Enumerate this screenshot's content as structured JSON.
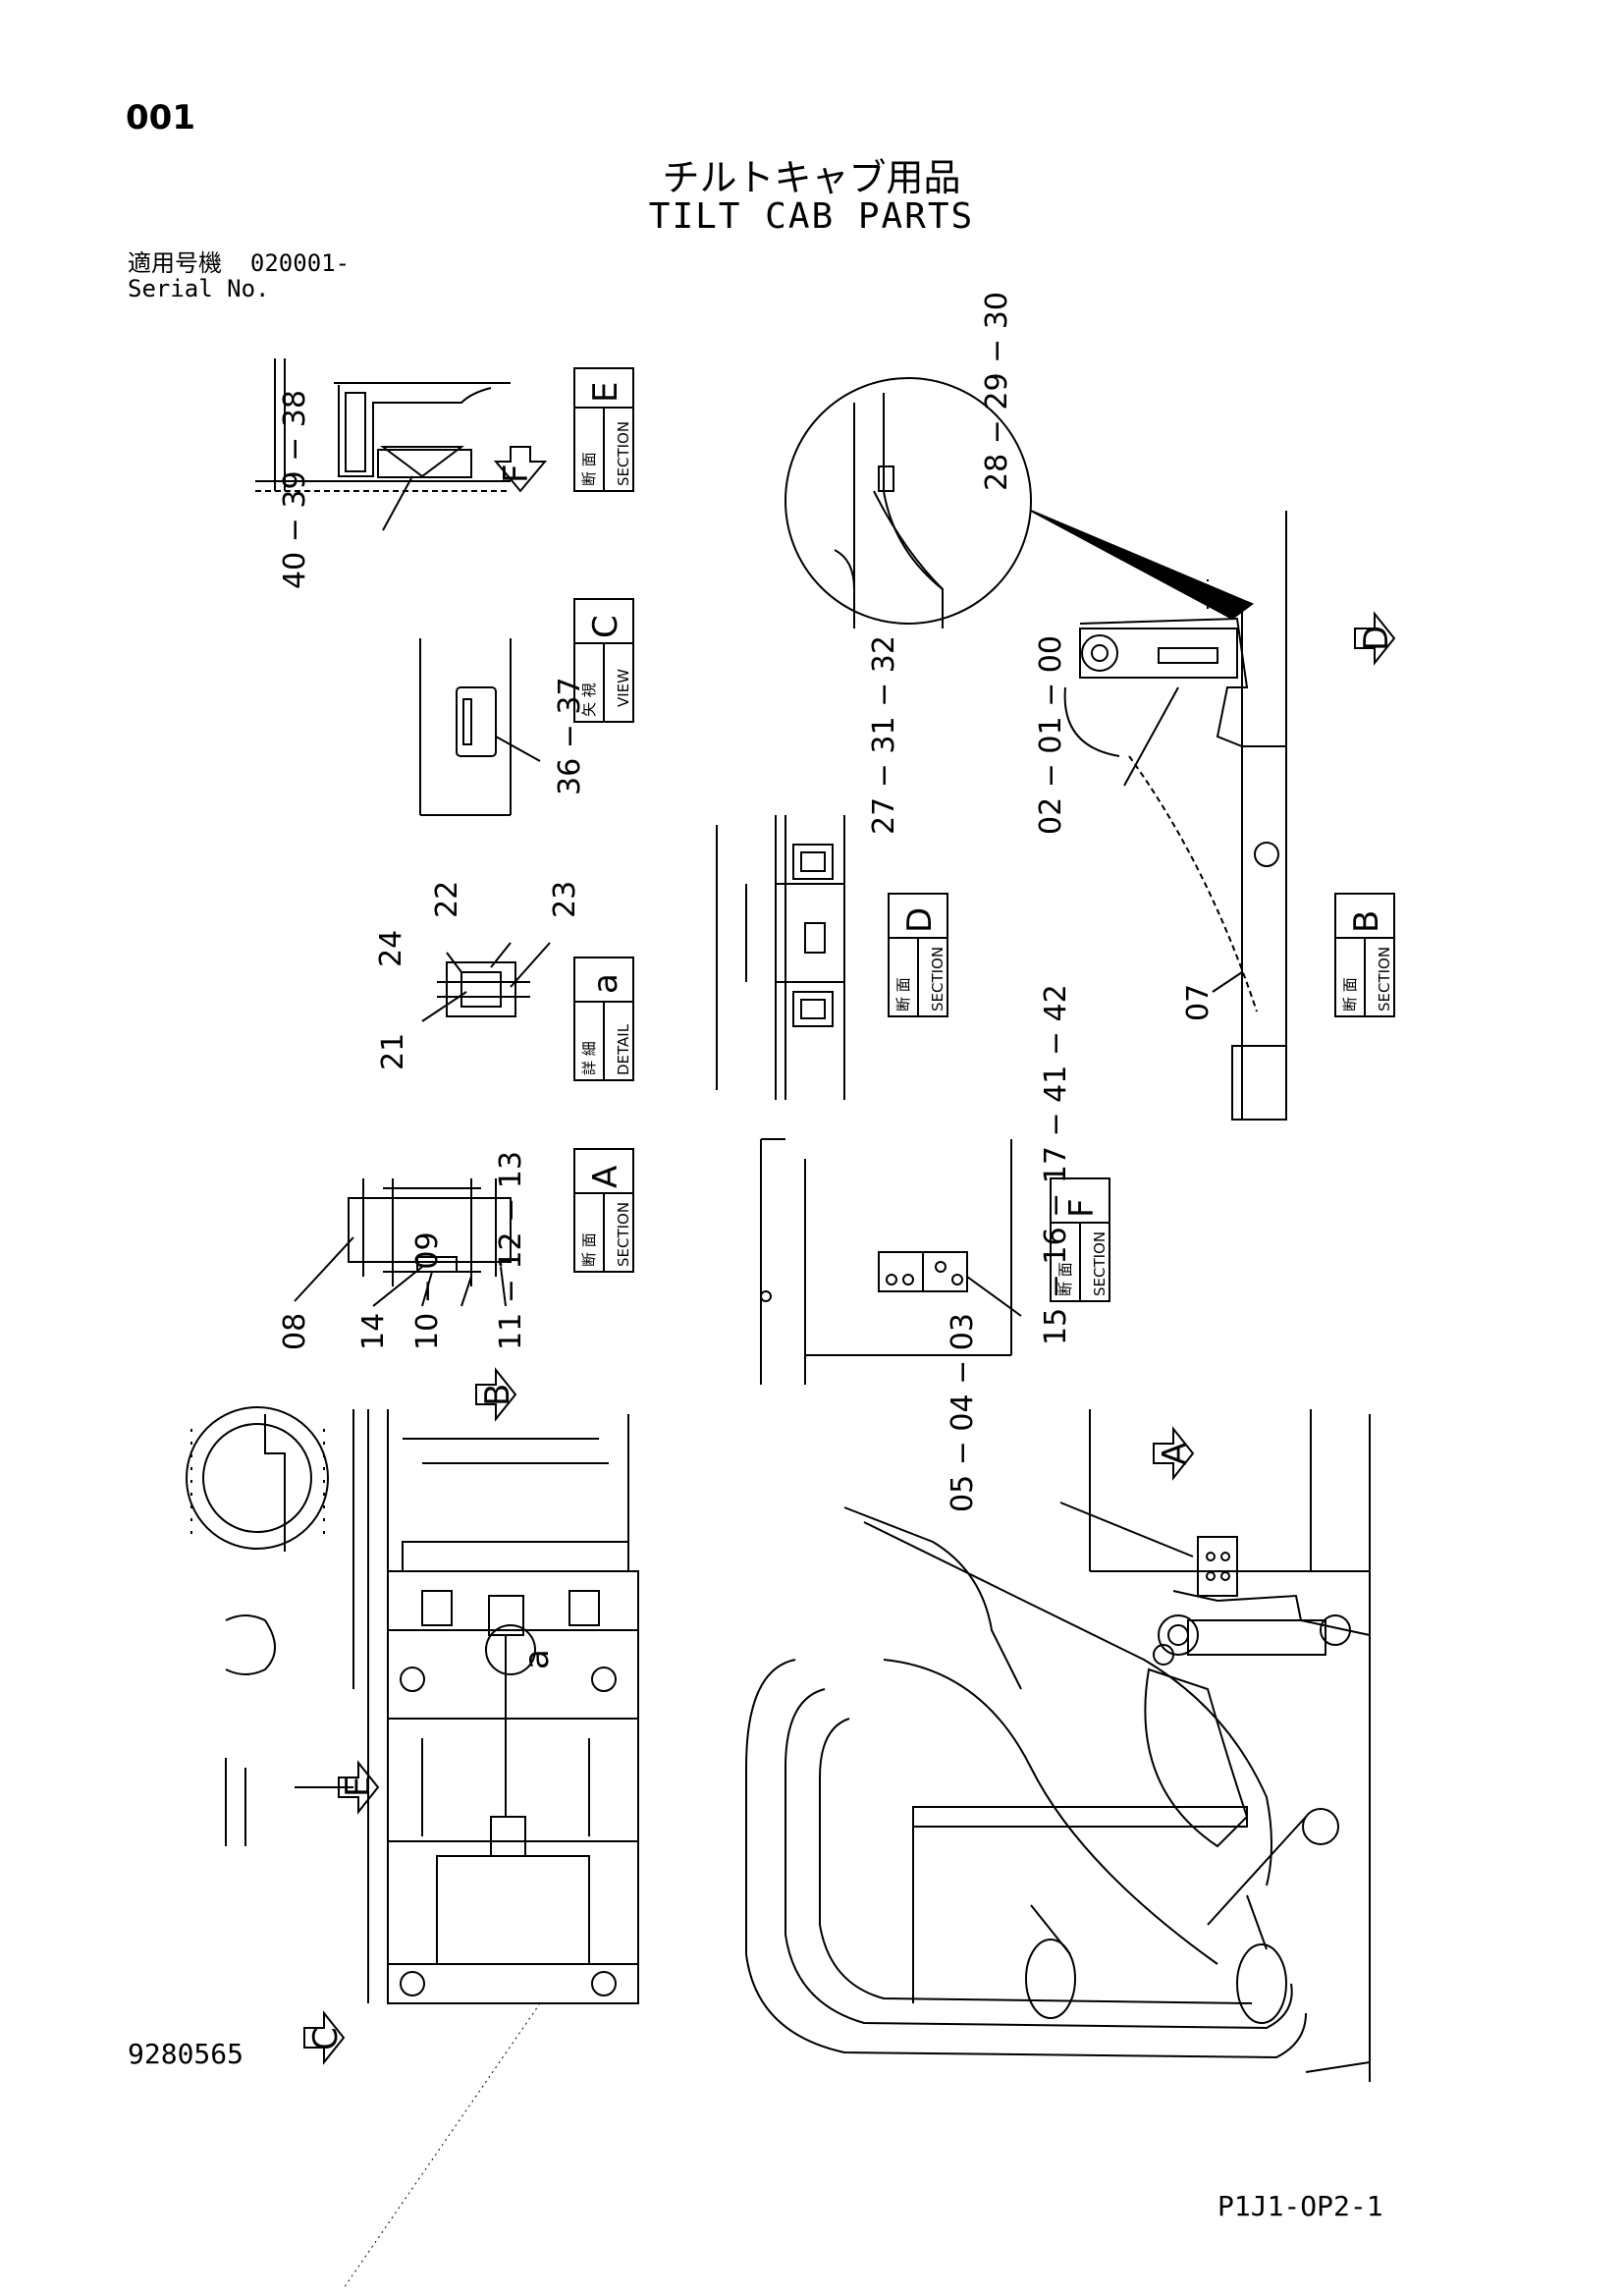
{
  "page_number": "001",
  "title_jp": "チルトキャブ用品",
  "title_en": "TILT CAB PARTS",
  "serial": {
    "label_jp": "適用号機",
    "value": "020001-",
    "label_en": "Serial No."
  },
  "catalog_number": "9280565",
  "page_code": "P1J1-OP2-1",
  "view_labels": {
    "section_E": {
      "jp": "断 面",
      "en": "SECTION",
      "letter": "E"
    },
    "view_C": {
      "jp": "矢 視",
      "en": "VIEW",
      "letter": "C"
    },
    "detail_a": {
      "jp": "詳 細",
      "en": "DETAIL",
      "letter": "a"
    },
    "section_A": {
      "jp": "断 面",
      "en": "SECTION",
      "letter": "A"
    },
    "section_D": {
      "jp": "断 面",
      "en": "SECTION",
      "letter": "D"
    },
    "section_B": {
      "jp": "断 面",
      "en": "SECTION",
      "letter": "B"
    },
    "section_F": {
      "jp": "断 面",
      "en": "SECTION",
      "letter": "F"
    }
  },
  "arrows": {
    "F": "F",
    "D": "D",
    "B": "B",
    "E": "E",
    "C": "C",
    "A": "A",
    "a": "a"
  },
  "callouts": {
    "e_group": "40 − 39 − 38",
    "c_group": "36 − 37",
    "detail_22": "22",
    "detail_24": "24",
    "detail_23": "23",
    "detail_21": "21",
    "a_08": "08",
    "a_14": "14",
    "a_10_09": "10 − 09",
    "a_11_13": "11 − 12 − 13",
    "d_group": "27 − 31 − 32",
    "circle_group": "28 − 29 − 30",
    "b_group": "02 − 01 − 00",
    "b_07": "07",
    "f_group": "15 − 16 − 17 − 41 − 42",
    "cab_group": "05 − 04 − 03"
  }
}
